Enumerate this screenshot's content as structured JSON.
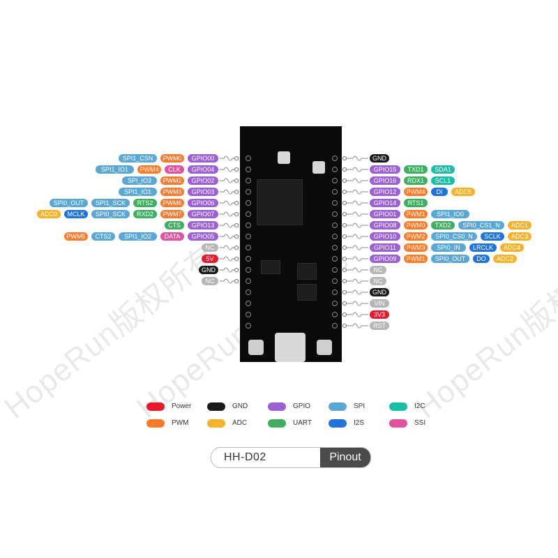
{
  "watermark": "HopeRun版权所有",
  "colors": {
    "Power": "#e8192c",
    "GND": "#1a1a1a",
    "GPIO": "#9b5fd6",
    "SPI": "#5aa7d6",
    "I2C": "#18bfa6",
    "PWM": "#ff7a2a",
    "ADC": "#f5b22a",
    "UART": "#3fae61",
    "I2S": "#1f73d9",
    "SSI": "#e0529e",
    "NC": "#b6b6b6"
  },
  "left_rows": [
    [
      [
        "GPIO00",
        "GPIO"
      ],
      [
        "PWM0",
        "PWM"
      ],
      [
        "SPI1_CSN",
        "SPI"
      ]
    ],
    [
      [
        "GPIO04",
        "GPIO"
      ],
      [
        "CLK",
        "SSI"
      ],
      [
        "PWM4",
        "PWM"
      ],
      [
        "SPI1_IO1",
        "SPI"
      ]
    ],
    [
      [
        "GPIO02",
        "GPIO"
      ],
      [
        "PWM2",
        "PWM"
      ],
      [
        "SPI_IO3",
        "SPI"
      ]
    ],
    [
      [
        "GPIO03",
        "GPIO"
      ],
      [
        "PWM3",
        "PWM"
      ],
      [
        "SPI1_IO1",
        "SPI"
      ]
    ],
    [
      [
        "GPIO06",
        "GPIO"
      ],
      [
        "PWM6",
        "PWM"
      ],
      [
        "RTS2",
        "UART"
      ],
      [
        "SPI1_SCK",
        "SPI"
      ],
      [
        "SPI0_OUT",
        "SPI"
      ]
    ],
    [
      [
        "GPIO07",
        "GPIO"
      ],
      [
        "PWM7",
        "PWM"
      ],
      [
        "RXD2",
        "UART"
      ],
      [
        "SPI0_SCK",
        "SPI"
      ],
      [
        "MCLK",
        "I2S"
      ],
      [
        "ADC0",
        "ADC"
      ]
    ],
    [
      [
        "GPIO13",
        "GPIO"
      ],
      [
        "CTS",
        "UART"
      ]
    ],
    [
      [
        "GPIO05",
        "GPIO"
      ],
      [
        "DATA",
        "SSI"
      ],
      [
        "SPI1_IO2",
        "SPI"
      ],
      [
        "CTS2",
        "SPI"
      ],
      [
        "PWM5",
        "PWM"
      ]
    ],
    [
      [
        "NC",
        "NC"
      ]
    ],
    [
      [
        "5V",
        "Power"
      ]
    ],
    [
      [
        "GND",
        "GND"
      ]
    ],
    [
      [
        "NC",
        "NC"
      ]
    ]
  ],
  "right_rows": [
    [
      [
        "GND",
        "GND"
      ]
    ],
    [
      [
        "GPIO15",
        "GPIO"
      ],
      [
        "TXD1",
        "UART"
      ],
      [
        "SDA1",
        "I2C"
      ]
    ],
    [
      [
        "GPIO16",
        "GPIO"
      ],
      [
        "RDX1",
        "UART"
      ],
      [
        "SCL1",
        "I2C"
      ]
    ],
    [
      [
        "GPIO12",
        "GPIO"
      ],
      [
        "PWM4",
        "PWM"
      ],
      [
        "DI",
        "I2S"
      ],
      [
        "ADC5",
        "ADC"
      ]
    ],
    [
      [
        "GPIO14",
        "GPIO"
      ],
      [
        "RTS1",
        "UART"
      ]
    ],
    [
      [
        "GPIO01",
        "GPIO"
      ],
      [
        "PWM1",
        "PWM"
      ],
      [
        "SPI1_IO0",
        "SPI"
      ]
    ],
    [
      [
        "GPIO08",
        "GPIO"
      ],
      [
        "PWM0",
        "PWM"
      ],
      [
        "TXD2",
        "UART"
      ],
      [
        "SPI0_CS1_N",
        "SPI"
      ],
      [
        "ADC1",
        "ADC"
      ]
    ],
    [
      [
        "GPIO10",
        "GPIO"
      ],
      [
        "PWM2",
        "PWM"
      ],
      [
        "SPI0_CS0_N",
        "SPI"
      ],
      [
        "SCLK",
        "I2S"
      ],
      [
        "ADC3",
        "ADC"
      ]
    ],
    [
      [
        "GPIO11",
        "GPIO"
      ],
      [
        "PWM3",
        "PWM"
      ],
      [
        "SPI0_IN",
        "SPI"
      ],
      [
        "LRCLK",
        "I2S"
      ],
      [
        "ADC4",
        "ADC"
      ]
    ],
    [
      [
        "GPIO09",
        "GPIO"
      ],
      [
        "PWM1",
        "PWM"
      ],
      [
        "SPI0_OUT",
        "SPI"
      ],
      [
        "DO",
        "I2S"
      ],
      [
        "ADC2",
        "ADC"
      ]
    ],
    [
      [
        "NC",
        "NC"
      ]
    ],
    [
      [
        "NC",
        "NC"
      ]
    ],
    [
      [
        "GND",
        "GND"
      ]
    ],
    [
      [
        "VIN",
        "NC"
      ]
    ],
    [
      [
        "3V3",
        "Power"
      ]
    ],
    [
      [
        "RST",
        "NC"
      ]
    ]
  ],
  "legend": [
    {
      "label": "Power",
      "cat": "Power"
    },
    {
      "label": "GND",
      "cat": "GND"
    },
    {
      "label": "GPIO",
      "cat": "GPIO"
    },
    {
      "label": "SPI",
      "cat": "SPI"
    },
    {
      "label": "I2C",
      "cat": "I2C"
    },
    {
      "label": "PWM",
      "cat": "PWM"
    },
    {
      "label": "ADC",
      "cat": "ADC"
    },
    {
      "label": "UART",
      "cat": "UART"
    },
    {
      "label": "I2S",
      "cat": "I2S"
    },
    {
      "label": "SSI",
      "cat": "SSI"
    }
  ],
  "product": {
    "name": "HH-D02",
    "tag": "Pinout"
  }
}
